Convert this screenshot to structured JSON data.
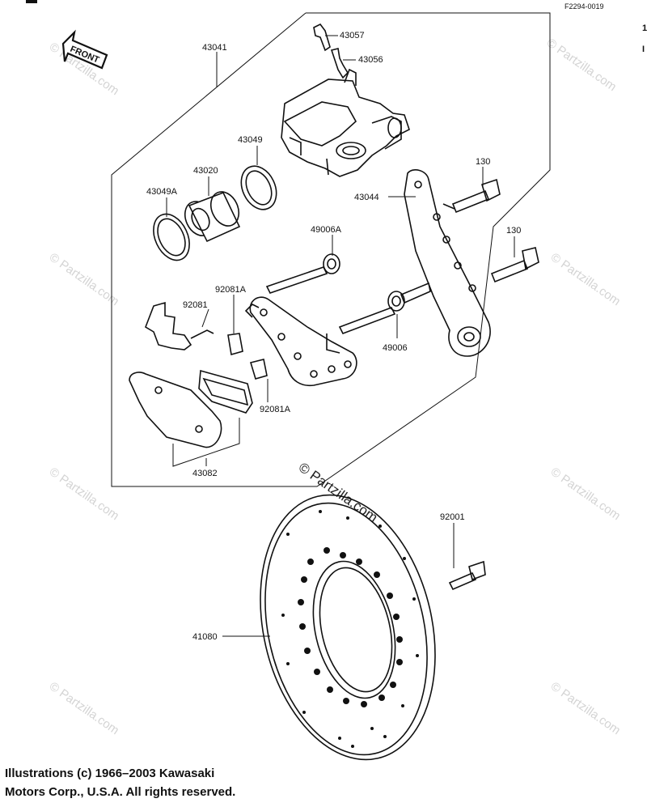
{
  "figure_code": "F2294-0019",
  "front_arrow_label": "FRONT",
  "edge_marks": [
    "1",
    "I"
  ],
  "watermark_text": "© Partzilla.com",
  "copyright_lines": [
    "Illustrations (c) 1966–2003 Kawasaki",
    "Motors Corp., U.S.A.  All rights reserved."
  ],
  "parts": {
    "p43041": "43041",
    "p43057": "43057",
    "p43056": "43056",
    "p43049": "43049",
    "p43020": "43020",
    "p43049A": "43049A",
    "p43044": "43044",
    "p130a": "130",
    "p130b": "130",
    "p49006A": "49006A",
    "p92081A_top": "92081A",
    "p92081": "92081",
    "p49006": "49006",
    "p92081A_bot": "92081A",
    "p43082": "43082",
    "p92001": "92001",
    "p41080": "41080"
  },
  "colors": {
    "line": "#111111",
    "watermark": "#d4d4d4"
  }
}
